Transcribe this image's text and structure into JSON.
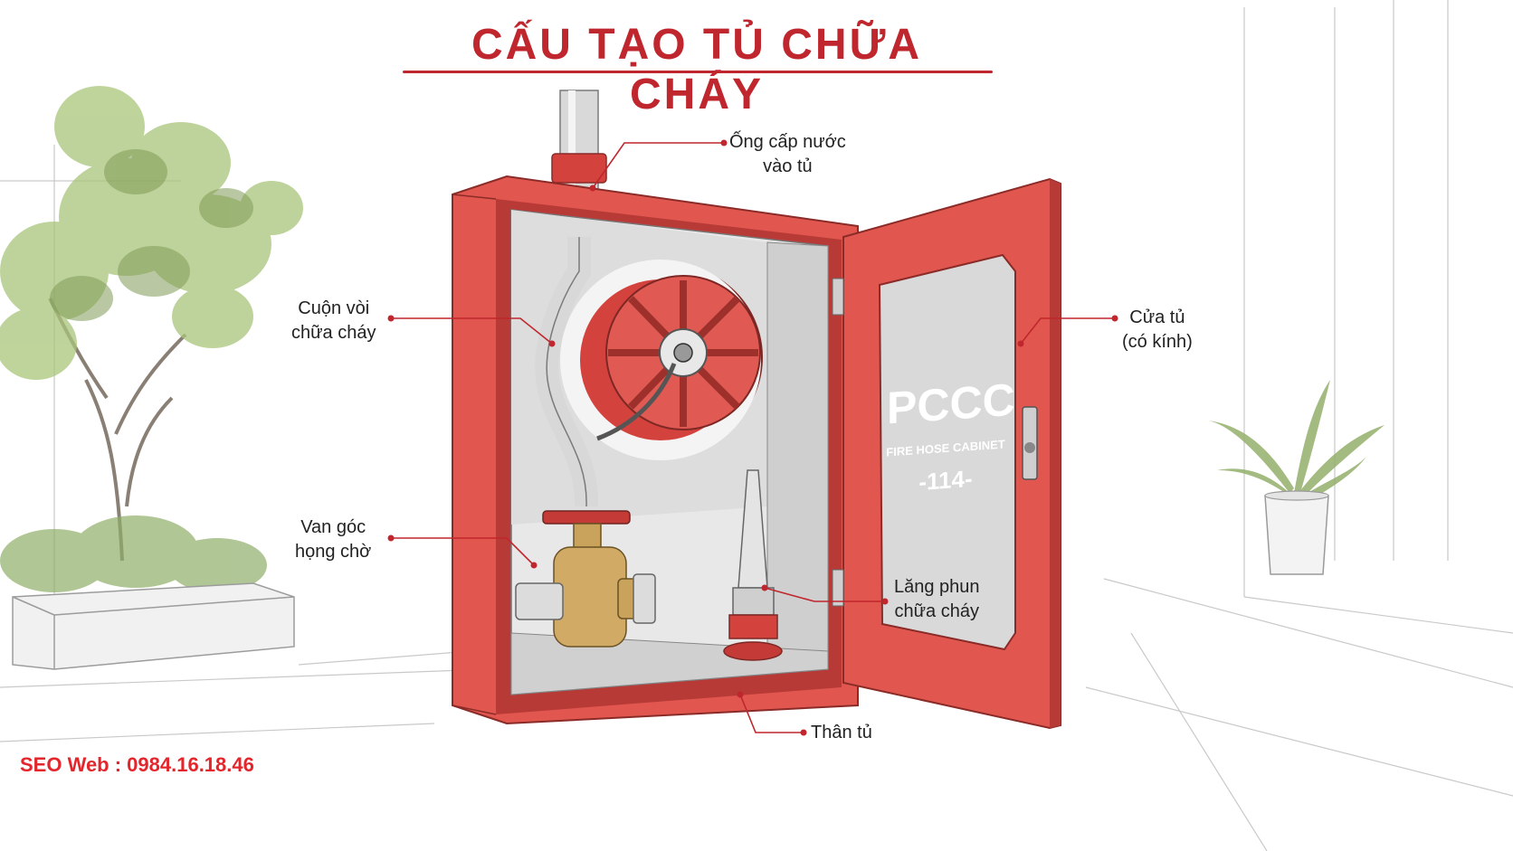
{
  "title": "CẤU TẠO TỦ CHỮA CHÁY",
  "labels": {
    "supply_pipe": {
      "line1": "Ống cấp nước",
      "line2": "vào tủ"
    },
    "hose_reel": {
      "line1": "Cuộn vòi",
      "line2": "chữa cháy"
    },
    "door": {
      "line1": "Cửa tủ",
      "line2": "(có kính)"
    },
    "valve": {
      "line1": "Van góc",
      "line2": "họng chờ"
    },
    "nozzle": {
      "line1": "Lăng phun",
      "line2": "chữa cháy"
    },
    "body": {
      "line1": "Thân tủ"
    }
  },
  "door_glass": {
    "brand": "PCCC",
    "subtitle": "FIRE HOSE CABINET",
    "number": "-114-"
  },
  "footer": "SEO Web : 0984.16.18.46",
  "colors": {
    "accent": "#c0262d",
    "cabinet": "#e1574f",
    "cabinet_dark": "#b83a36",
    "brass": "#c9a25c",
    "leader": "#c0262d"
  },
  "icons": [
    "tree-sketch",
    "planter-sketch",
    "potted-plant-sketch"
  ]
}
